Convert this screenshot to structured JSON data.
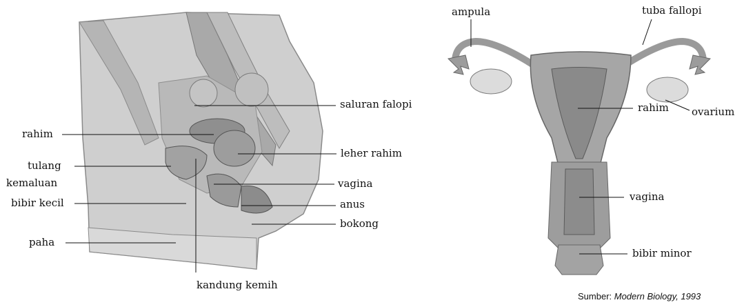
{
  "left_diagram": {
    "labels": {
      "rahim": "rahim",
      "tulang": "tulang",
      "kemaluan": "kemaluan",
      "bibir_kecil": "bibir kecil",
      "paha": "paha",
      "saluran_falopi": "saluran falopi",
      "leher_rahim": "leher rahim",
      "vagina": "vagina",
      "anus": "anus",
      "bokong": "bokong",
      "kandung_kemih": "kandung kemih"
    }
  },
  "right_diagram": {
    "labels": {
      "ampula": "ampula",
      "tuba_fallopi": "tuba fallopi",
      "rahim": "rahim",
      "ovarium": "ovarium",
      "vagina": "vagina",
      "bibir_minor": "bibir minor"
    }
  },
  "source": {
    "prefix": "Sumber: ",
    "citation": "Modern Biology, 1993"
  }
}
